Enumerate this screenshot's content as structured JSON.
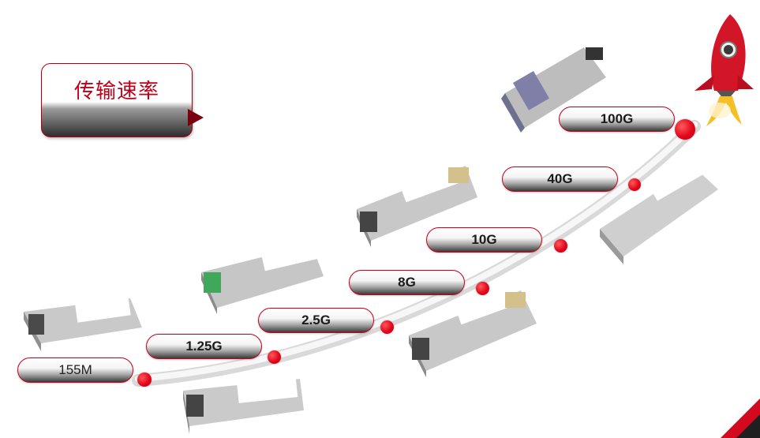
{
  "callout": {
    "title": "传输速率"
  },
  "rates": [
    {
      "label": "155M"
    },
    {
      "label": "1.25G"
    },
    {
      "label": "2.5G"
    },
    {
      "label": "8G"
    },
    {
      "label": "10G"
    },
    {
      "label": "40G"
    },
    {
      "label": "100G"
    }
  ],
  "colors": {
    "accent": "#e3061b",
    "pill_border": "#c8001a",
    "title": "#c00018"
  }
}
